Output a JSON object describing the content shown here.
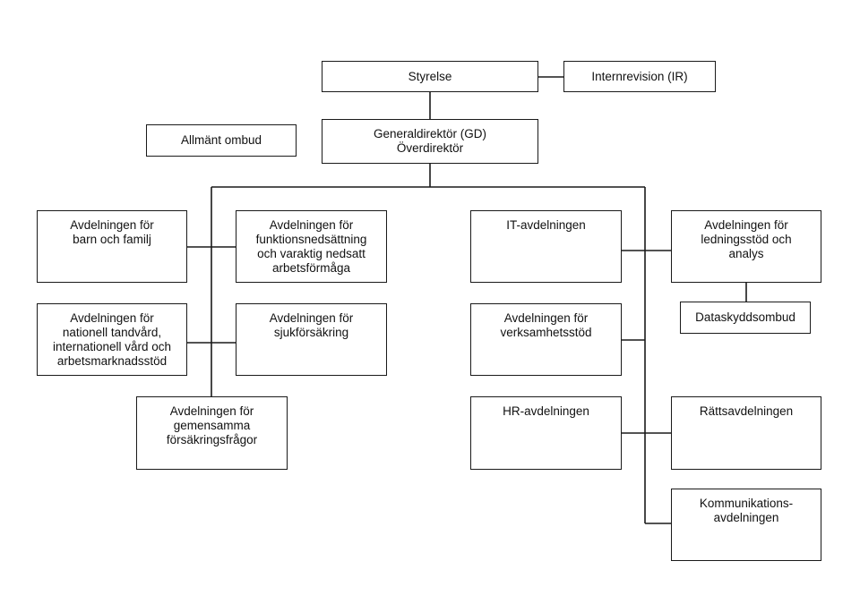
{
  "org": {
    "styrelse": "Styrelse",
    "internrevision": "Internrevision (IR)",
    "gd": "Generaldirektör (GD)\nÖverdirektör",
    "allmant_ombud": "Allmänt ombud",
    "barn_familj": "Avdelningen för\nbarn och familj",
    "funktionsned": "Avdelningen för\nfunktionsnedsättning\noch varaktig nedsatt\narbetsförmåga",
    "tandvard": "Avdelningen för\nnationell tandvård,\ninternationell vård och\narbetsmarknadsstöd",
    "sjukforsakring": "Avdelningen för\nsjukförsäkring",
    "gemensamma": "Avdelningen för\ngemensamma\nförsäkringsfrågor",
    "it": "IT-avdelningen",
    "verksamhetsstod": "Avdelningen för\nverksamhetsstöd",
    "hr": "HR-avdelningen",
    "ledningsstod": "Avdelningen för\nledningsstöd och\nanalys",
    "dataskydd": "Dataskyddsombud",
    "ratt": "Rättsavdelningen",
    "kommunikation": "Kommunikations-\navdelningen"
  }
}
